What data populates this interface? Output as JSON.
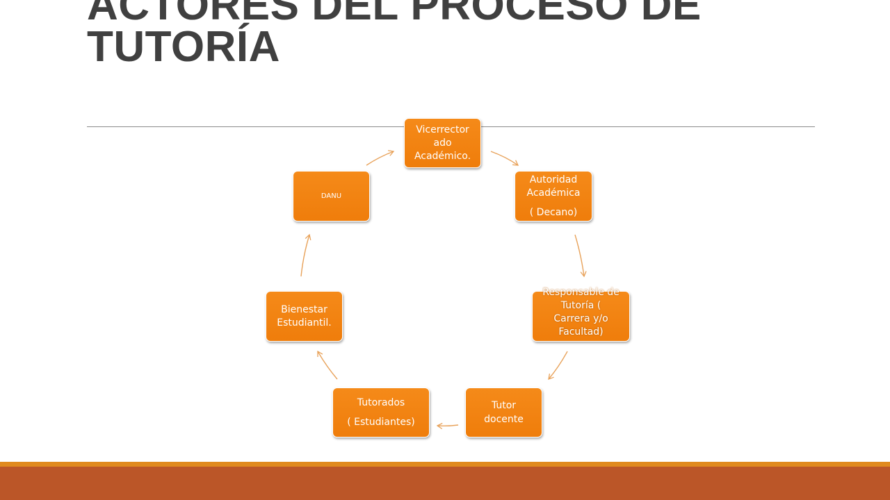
{
  "slide": {
    "title_line1": "ACTORES DEL PROCESO DE",
    "title_line2": "TUTORÍA"
  },
  "cycle": {
    "nodes": [
      {
        "id": "vicerrectorado",
        "lines": [
          "Vicerrector",
          "ado",
          "Académico."
        ]
      },
      {
        "id": "autoridad",
        "lines": [
          "Autoridad",
          "Académica",
          "( Decano)"
        ]
      },
      {
        "id": "responsable",
        "lines": [
          "Responsable de",
          "Tutoría (",
          "Carrera y/o",
          "Facultad)"
        ]
      },
      {
        "id": "tutor",
        "lines": [
          "Tutor",
          "docente"
        ]
      },
      {
        "id": "tutorados",
        "lines": [
          "Tutorados",
          "( Estudiantes)"
        ]
      },
      {
        "id": "bienestar",
        "lines": [
          "Bienestar",
          "Estudiantil."
        ]
      },
      {
        "id": "danu",
        "lines": [
          "DANU"
        ]
      }
    ],
    "direction": "clockwise"
  },
  "colors": {
    "node_fill": "#f08014",
    "arrow": "#e8a25a",
    "title": "#404040",
    "footer_stripe": "#e08a1e",
    "footer_bar": "#bb5628"
  }
}
